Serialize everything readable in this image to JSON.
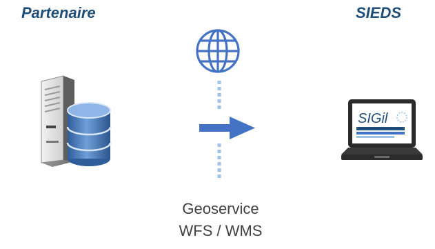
{
  "partner": {
    "title": "Partenaire"
  },
  "client": {
    "title": "SIEDS",
    "screen_logo": "SIGil"
  },
  "link": {
    "service_line1": "Geoservice",
    "service_line2": "WFS / WMS"
  },
  "icons": {
    "globe": "globe-icon",
    "server": "server-database-icon",
    "laptop": "laptop-icon",
    "arrow": "right-arrow-icon"
  },
  "colors": {
    "title": "#1f4e79",
    "accent_blue": "#4472c4",
    "dots": "#9dc3e6",
    "text_gray": "#404040"
  }
}
